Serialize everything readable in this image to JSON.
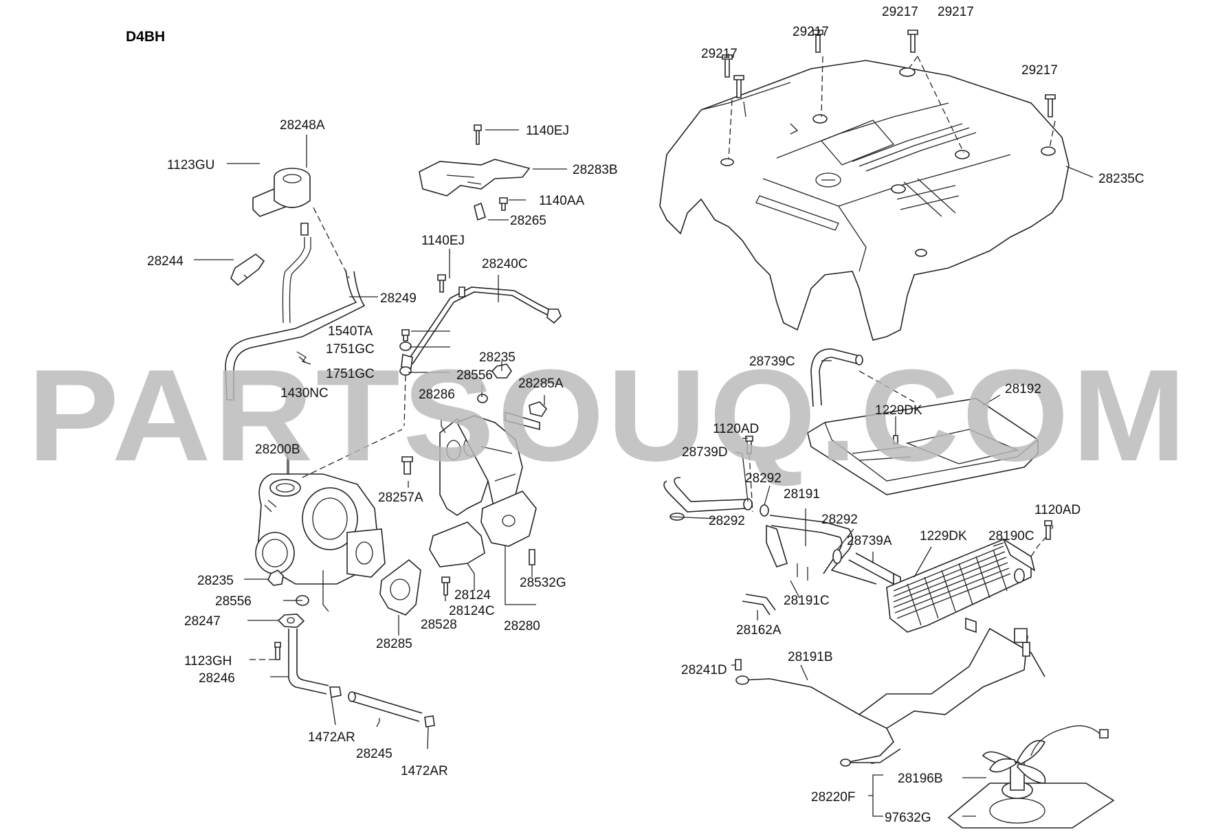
{
  "diagram": {
    "model_code": "D4BH",
    "watermark": "PARTSOUQ.COM",
    "colors": {
      "line": "#222222",
      "watermark": "#b9b9b9",
      "background": "#ffffff"
    }
  },
  "labels": {
    "l_29217_a": "29217",
    "l_29217_b": "29217",
    "l_29217_c": "29217",
    "l_29217_d": "29217",
    "l_29217_e": "29217",
    "l_28235C": "28235C",
    "l_28248A": "28248A",
    "l_1123GU": "1123GU",
    "l_28244": "28244",
    "l_28249": "28249",
    "l_1140EJ_a": "1140EJ",
    "l_28283B": "28283B",
    "l_1140AA": "1140AA",
    "l_28265": "28265",
    "l_1140EJ_b": "1140EJ",
    "l_28240C": "28240C",
    "l_1540TA": "1540TA",
    "l_1751GC_a": "1751GC",
    "l_1751GC_b": "1751GC",
    "l_1430NC": "1430NC",
    "l_28235_a": "28235",
    "l_28556_a": "28556",
    "l_28285A": "28285A",
    "l_28286": "28286",
    "l_28200B": "28200B",
    "l_28257A": "28257A",
    "l_28235_b": "28235",
    "l_28556_b": "28556",
    "l_28247": "28247",
    "l_1123GH": "1123GH",
    "l_28246": "28246",
    "l_1472AR_a": "1472AR",
    "l_28245": "28245",
    "l_1472AR_b": "1472AR",
    "l_28285": "28285",
    "l_28124": "28124",
    "l_28124C": "28124C",
    "l_28528": "28528",
    "l_28532G": "28532G",
    "l_28280": "28280",
    "l_28739C": "28739C",
    "l_1229DK_a": "1229DK",
    "l_28192": "28192",
    "l_1120AD_a": "1120AD",
    "l_28739D": "28739D",
    "l_28292_a": "28292",
    "l_28191": "28191",
    "l_28292_b": "28292",
    "l_28292_c": "28292",
    "l_28739A": "28739A",
    "l_1229DK_b": "1229DK",
    "l_28190C": "28190C",
    "l_1120AD_b": "1120AD",
    "l_28191C": "28191C",
    "l_28162A": "28162A",
    "l_28191B": "28191B",
    "l_28241D": "28241D",
    "l_28196B": "28196B",
    "l_28220F": "28220F",
    "l_97632G": "97632G"
  }
}
